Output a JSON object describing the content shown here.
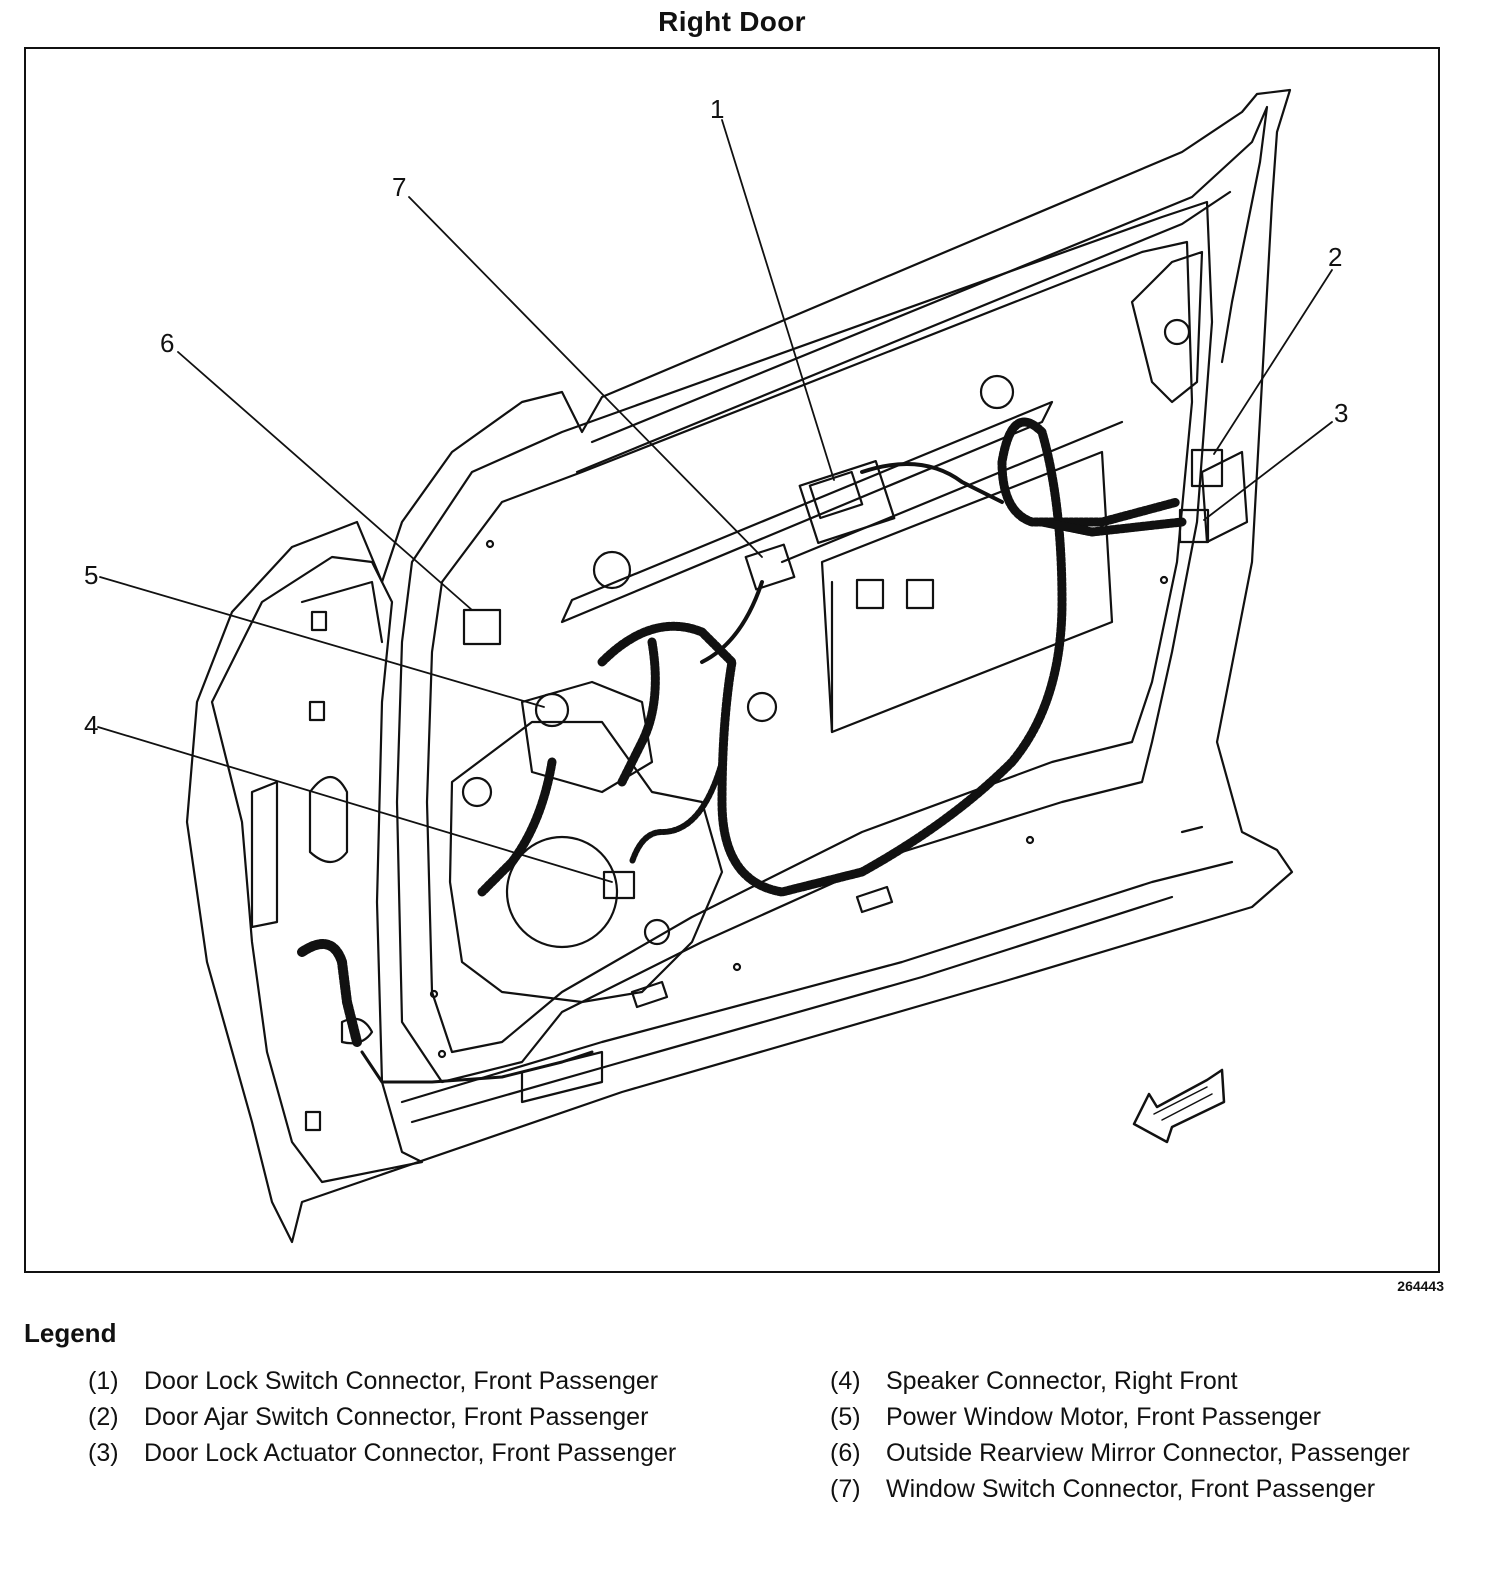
{
  "title": "Right Door",
  "figure_number": "264443",
  "legend": {
    "heading": "Legend",
    "items": [
      {
        "num": "(1)",
        "text": "Door Lock Switch Connector, Front Passenger"
      },
      {
        "num": "(2)",
        "text": "Door Ajar Switch Connector, Front Passenger"
      },
      {
        "num": "(3)",
        "text": "Door Lock Actuator Connector, Front Passenger"
      },
      {
        "num": "(4)",
        "text": "Speaker Connector, Right Front"
      },
      {
        "num": "(5)",
        "text": "Power Window Motor, Front Passenger"
      },
      {
        "num": "(6)",
        "text": "Outside Rearview Mirror Connector, Passenger"
      },
      {
        "num": "(7)",
        "text": "Window Switch Connector, Front Passenger"
      }
    ]
  },
  "callouts": [
    "1",
    "2",
    "3",
    "4",
    "5",
    "6",
    "7"
  ]
}
